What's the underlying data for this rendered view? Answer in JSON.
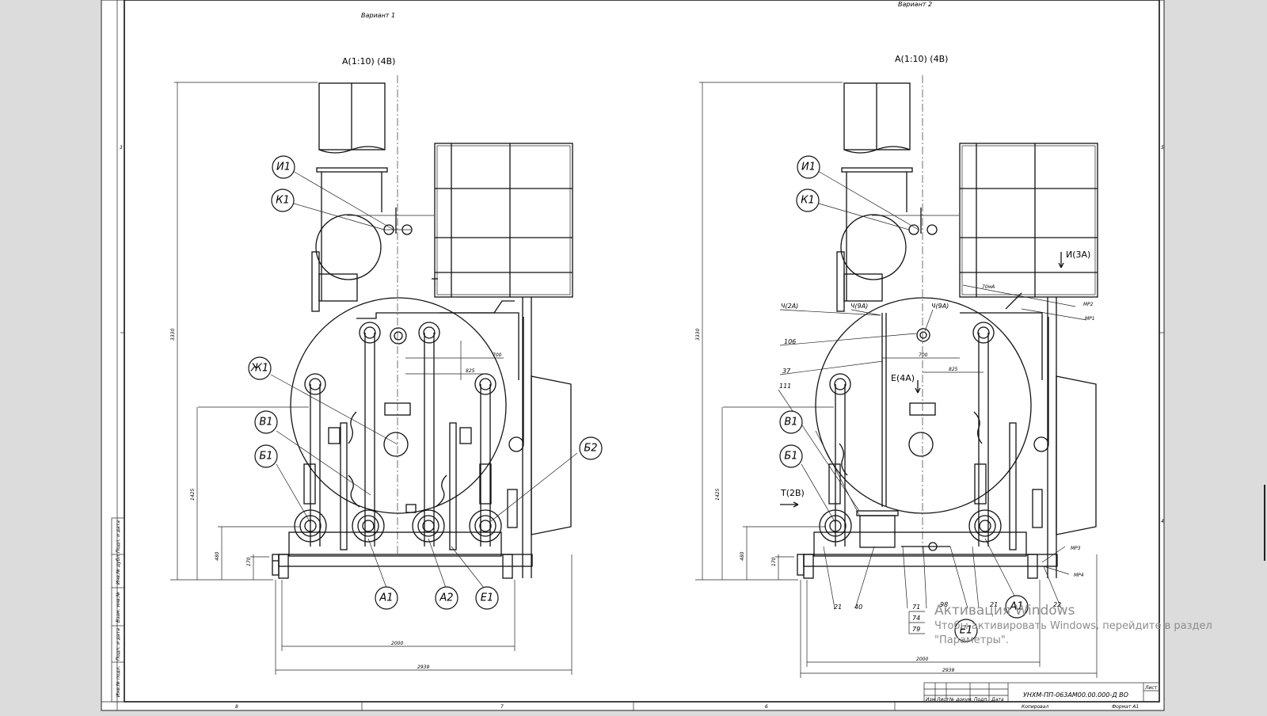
{
  "drawing": {
    "variant1_title": "Вариант 1",
    "variant2_title": "Вариант 2",
    "view_label": "А(1:10) (4В)",
    "v1": {
      "callouts": {
        "i1": "И1",
        "k1": "К1",
        "zh1": "Ж1",
        "v1": "В1",
        "b1": "Б1",
        "b2": "Б2",
        "a1": "А1",
        "a2": "А2",
        "e1": "Е1"
      },
      "dims": {
        "height_total": "3330",
        "height_mid": "1425",
        "height_low": "480",
        "height_pipe": "170",
        "width_inner": "2000",
        "width_outer": "2939",
        "dim_a": "700",
        "dim_b": "825"
      }
    },
    "v2": {
      "callouts": {
        "i1": "И1",
        "k1": "К1",
        "v1": "В1",
        "b1": "Б1",
        "a1": "А1",
        "e1": "Е1"
      },
      "labels": {
        "i_3a": "И(3А)",
        "ch_2a": "Ч(2А)",
        "ch_9a_left": "Ч(9А)",
        "ch_9a_right": "Ч(9А)",
        "e_4a": "Е(4А)",
        "t_2v": "Т(2В)",
        "n106": "106",
        "n37": "37",
        "n111": "111",
        "n21a": "21",
        "n40": "40",
        "n71": "71",
        "n74": "74",
        "n79": "79",
        "n98": "98",
        "n21b": "21",
        "n22": "22",
        "mp1": "МР1",
        "mp2": "МР2",
        "mp3": "МР3",
        "mp4": "МР4",
        "note_top": "70мА",
        "stamp_code": "УНХМ-ПП-063АМ00.00.000-Д ВО",
        "stamp_copied": "Копировал",
        "stamp_format": "Формат  А1",
        "stamp_sheet": "Лист",
        "stamp_cols": [
          "Изм",
          "Лист",
          "№ докум.",
          "Подп.",
          "Дата"
        ]
      },
      "dims": {
        "height_total": "3330",
        "height_mid": "1425",
        "height_low": "480",
        "height_pipe": "170",
        "width_inner": "2000",
        "width_outer": "2939",
        "dim_a": "700",
        "dim_b": "825"
      }
    },
    "side_stamp": [
      "Инв.№ подл.",
      "Подп. и дата",
      "Взам. инв.№",
      "Инв.№ дубл.",
      "Подп. и дата"
    ],
    "zone_letters": [
      "8",
      "7",
      "6",
      "5",
      "4",
      "3"
    ]
  },
  "watermark": {
    "title": "Активация Windows",
    "subtitle": "Чтобы активировать Windows, перейдите в раздел \"Параметры\"."
  }
}
